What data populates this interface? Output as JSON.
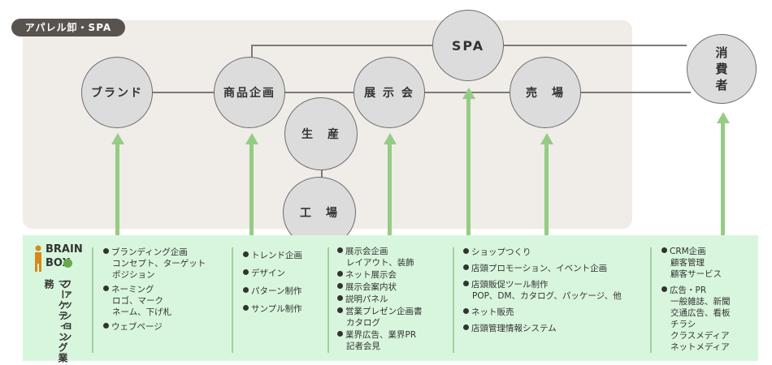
{
  "tag": "アパレル卸・SPA",
  "nodes": {
    "spa": "SPA",
    "brand": "ブランド",
    "planning": "商品企画",
    "production": "生　産",
    "exhibition": "展 示 会",
    "store": "売　場",
    "factory": "工　場",
    "consumer": "消\n費\n者"
  },
  "logo": {
    "line1": "BRAIN",
    "line2": "BOX",
    "title_a": "ファッション",
    "title_b": "マーケティング業務"
  },
  "columns": [
    {
      "items": [
        {
          "label": "ブランディング企画",
          "sub": "コンセプト、ターゲット\nポジション"
        },
        {
          "label": "ネーミング",
          "sub": "ロゴ、マーク\nネーム、下げ札"
        },
        {
          "label": "ウェブページ",
          "sub": ""
        }
      ]
    },
    {
      "items": [
        {
          "label": "トレンド企画",
          "sub": ""
        },
        {
          "label": "デザイン",
          "sub": ""
        },
        {
          "label": "パターン制作",
          "sub": ""
        },
        {
          "label": "サンプル制作",
          "sub": ""
        }
      ]
    },
    {
      "items": [
        {
          "label": "展示会企画",
          "sub": "レイアウト、装飾"
        },
        {
          "label": "ネット展示会",
          "sub": ""
        },
        {
          "label": "展示会案内状",
          "sub": ""
        },
        {
          "label": "説明パネル",
          "sub": ""
        },
        {
          "label": "営業プレゼン企画書",
          "sub": "カタログ"
        },
        {
          "label": "業界広告、業界PR",
          "sub": "記者会見"
        }
      ]
    },
    {
      "items": [
        {
          "label": "ショップつくり",
          "sub": ""
        },
        {
          "label": "店頭プロモーション、イベント企画",
          "sub": ""
        },
        {
          "label": "店頭販促ツール制作",
          "sub": "POP、DM、カタログ、パッケージ、他"
        },
        {
          "label": "ネット販売",
          "sub": ""
        },
        {
          "label": "店頭管理情報システム",
          "sub": ""
        }
      ]
    },
    {
      "items": [
        {
          "label": "CRM企画",
          "sub": "顧客管理\n顧客サービス"
        },
        {
          "label": "広告・PR",
          "sub": "一般雑誌、新聞\n交通広告、看板\nチラシ\nクラスメディア\nネットメディア"
        }
      ]
    }
  ],
  "colors": {
    "panel_bg": "#f0ece7",
    "tag_bg": "#595350",
    "circle_fill": "#dcdcdc",
    "arrow": "#95cc85",
    "bottom_bg": "#d8f6dd"
  }
}
